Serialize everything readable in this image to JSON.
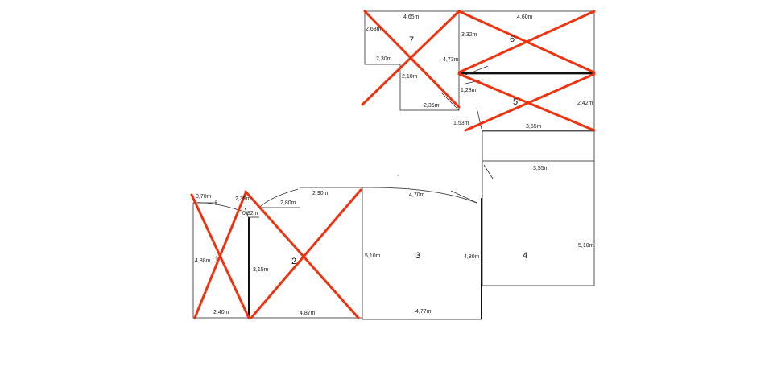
{
  "rooms": {
    "r1": {
      "number": "1",
      "dims": {
        "top": "0,70m",
        "left": "4,88m",
        "bottom": "2,40m"
      }
    },
    "r2": {
      "number": "2",
      "dims": {
        "top_a": "2,35m",
        "top_b": "0,82m",
        "top_c": "2,80m",
        "top_d": "2,90m",
        "left": "3,15m",
        "bottom": "4,87m"
      }
    },
    "r3": {
      "number": "3",
      "dims": {
        "top": "4,70m",
        "left": "5,10m",
        "right": "4,80m",
        "bottom": "4,77m"
      }
    },
    "r4": {
      "number": "4",
      "dims": {
        "top": "3,55m",
        "right": "5,10m"
      }
    },
    "r5": {
      "number": "5",
      "dims": {
        "left": "1,28m",
        "right": "2,42m",
        "bottom": "3,55m",
        "door": "1,53m"
      }
    },
    "r6": {
      "number": "6",
      "dims": {
        "top": "4,60m",
        "left": "3,32m"
      }
    },
    "r7": {
      "number": "7",
      "dims": {
        "top": "4,65m",
        "left": "2,63m",
        "inner": "2,30m",
        "mid": "2,10m",
        "right": "4,73m",
        "bottom": "2,35m"
      }
    }
  },
  "colors": {
    "cross": "#ee3311",
    "wall": "#555555"
  }
}
